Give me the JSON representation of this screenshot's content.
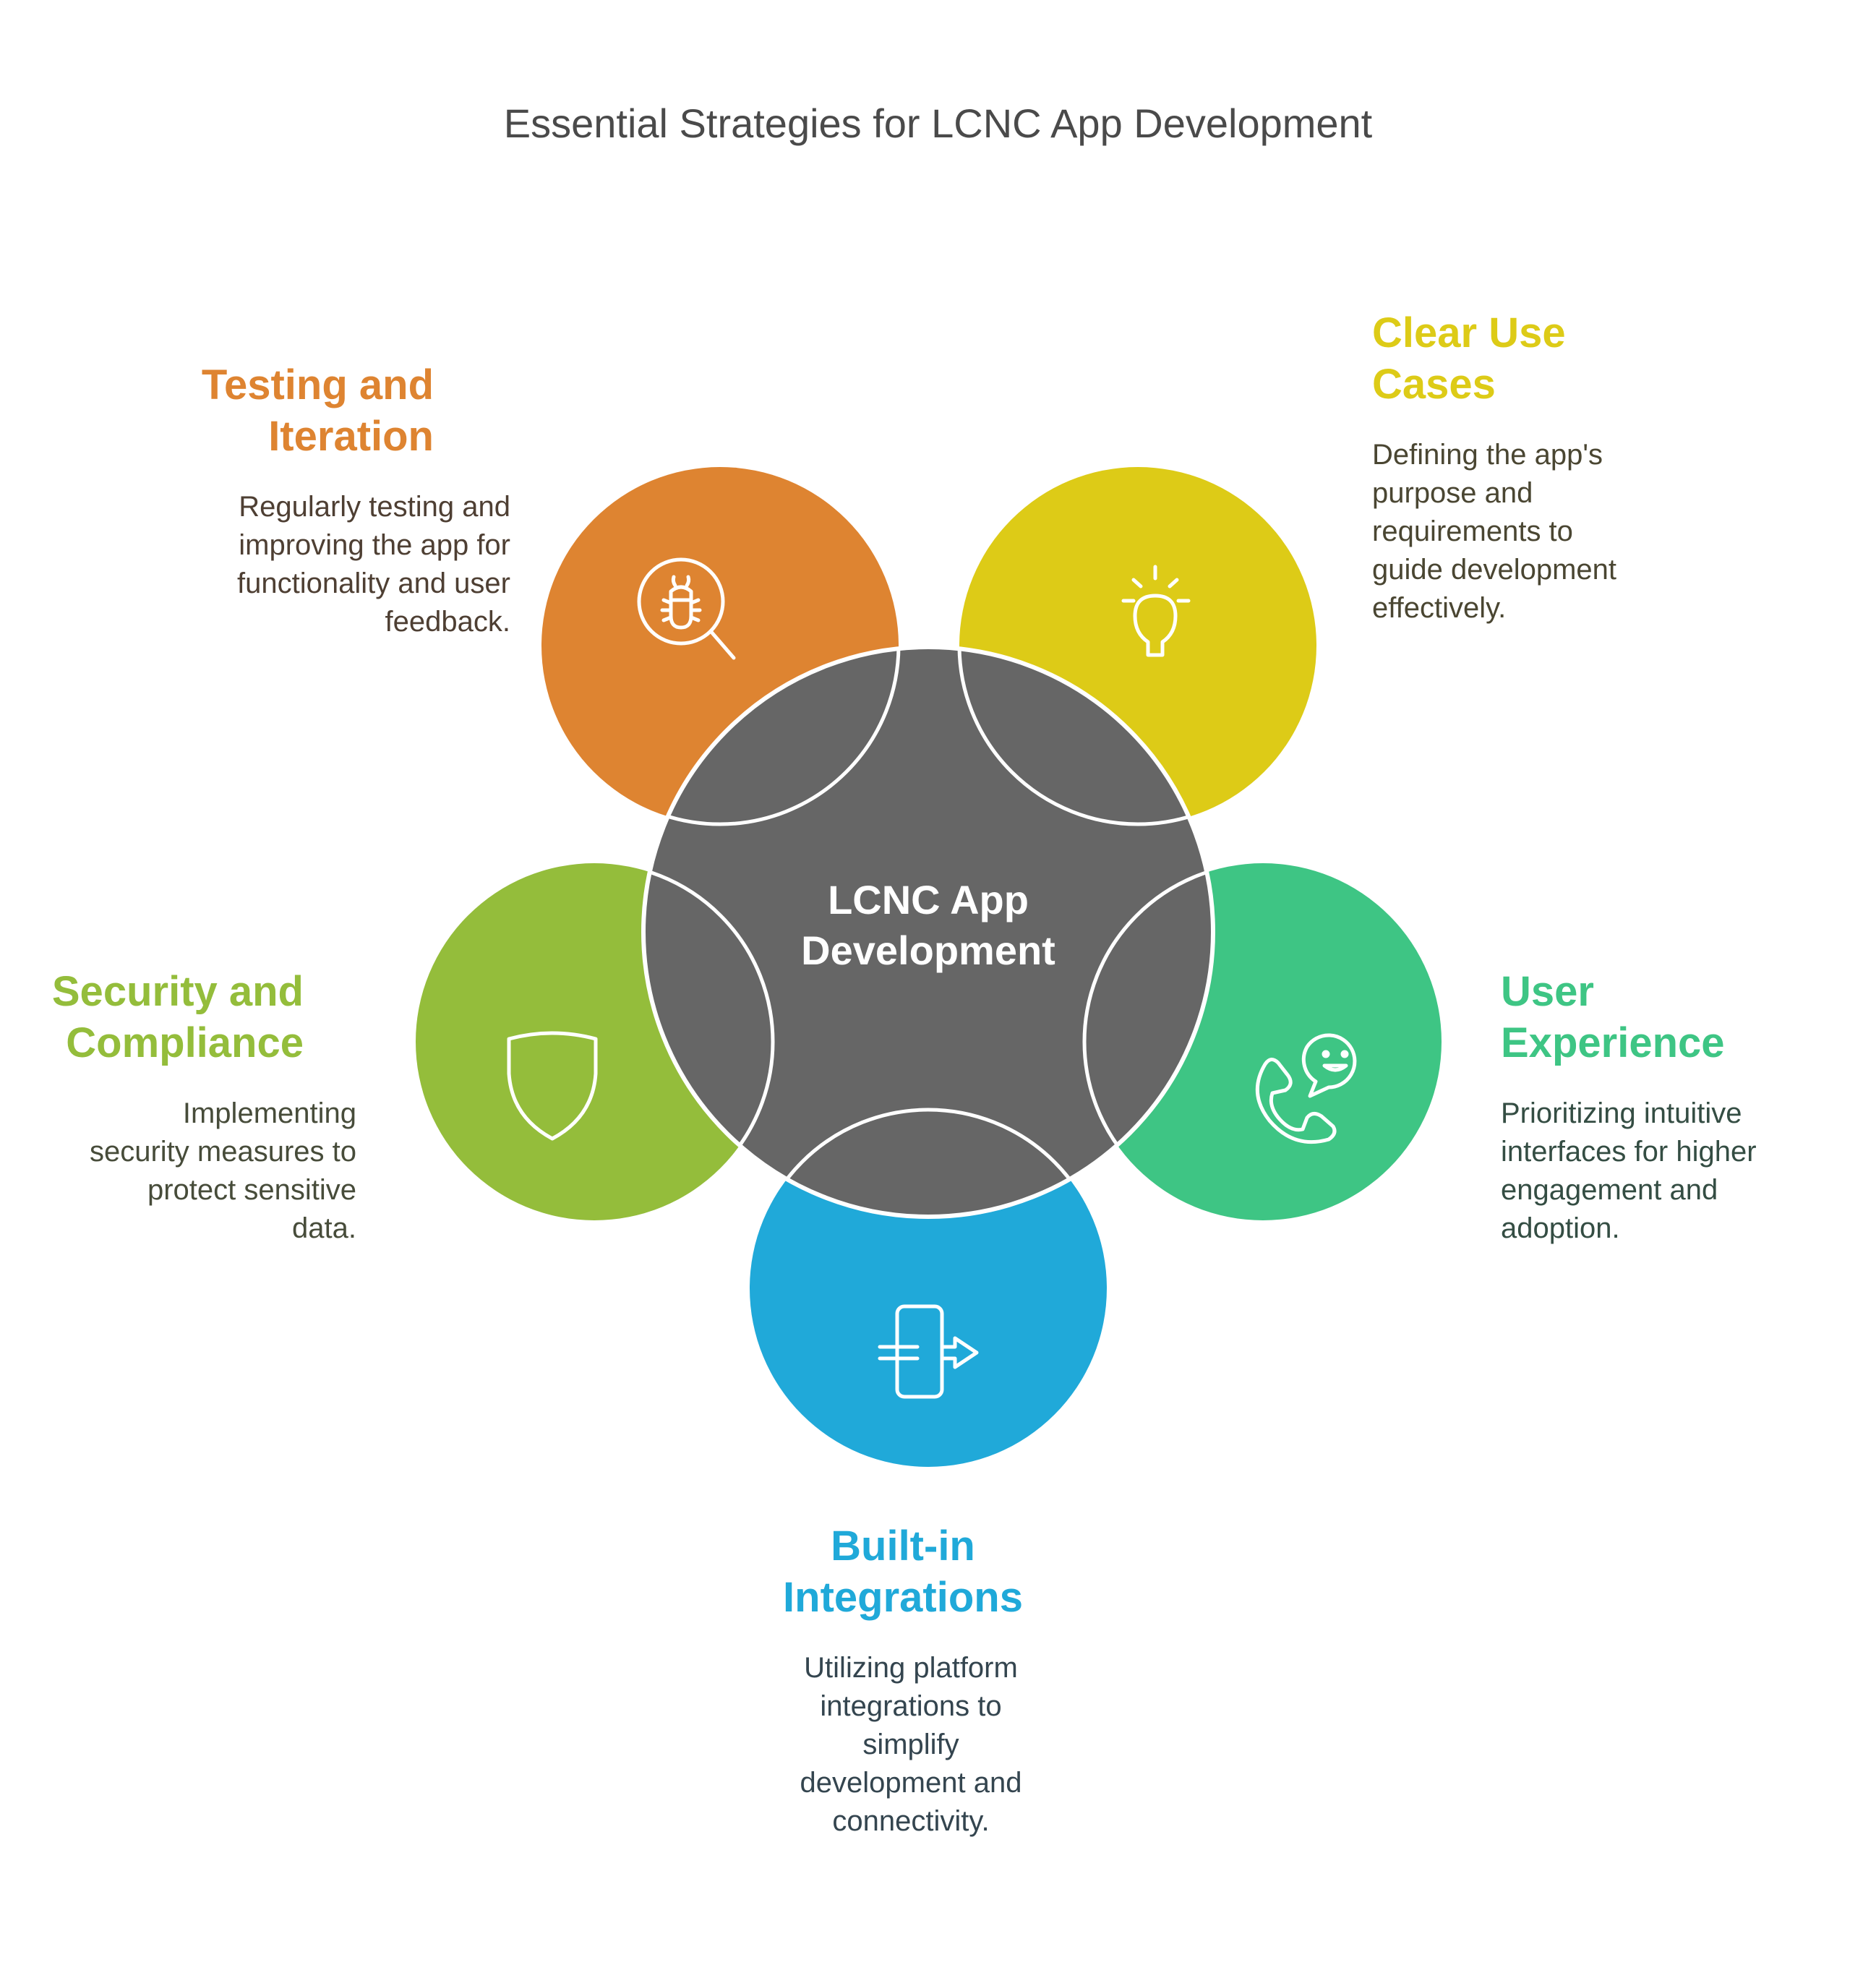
{
  "title": "Essential Strategies for LCNC App Development",
  "center": {
    "label_line1": "LCNC App",
    "label_line2": "Development",
    "color": "#666666"
  },
  "items": [
    {
      "id": "testing",
      "heading_line1": "Testing and",
      "heading_line2": "Iteration",
      "description": [
        "Regularly testing and",
        "improving the app for",
        "functionality and user",
        "feedback."
      ],
      "color": "#DE8431",
      "text_color": "#4e3f33",
      "icon": "bug-search-icon"
    },
    {
      "id": "clear-use-cases",
      "heading_line1": "Clear Use",
      "heading_line2": "Cases",
      "description": [
        "Defining the app's",
        "purpose and",
        "requirements to",
        "guide development",
        "effectively."
      ],
      "color": "#DDCB17",
      "text_color": "#4a4632",
      "icon": "lightbulb-icon"
    },
    {
      "id": "security",
      "heading_line1": "Security and",
      "heading_line2": "Compliance",
      "description": [
        "Implementing",
        "security measures to",
        "protect sensitive",
        "data."
      ],
      "color": "#94BD3B",
      "text_color": "#474c3a",
      "icon": "shield-icon"
    },
    {
      "id": "user-experience",
      "heading_line1": "User",
      "heading_line2": "Experience",
      "description": [
        "Prioritizing intuitive",
        "interfaces for higher",
        "engagement and",
        "adoption."
      ],
      "color": "#3EC584",
      "text_color": "#344d43",
      "icon": "phone-chat-smile-icon"
    },
    {
      "id": "integrations",
      "heading_line1": "Built-in",
      "heading_line2": "Integrations",
      "description": [
        "Utilizing platform",
        "integrations to",
        "simplify",
        "development and",
        "connectivity."
      ],
      "color": "#20A9D9",
      "text_color": "#34454f",
      "icon": "integration-arrow-icon"
    }
  ]
}
